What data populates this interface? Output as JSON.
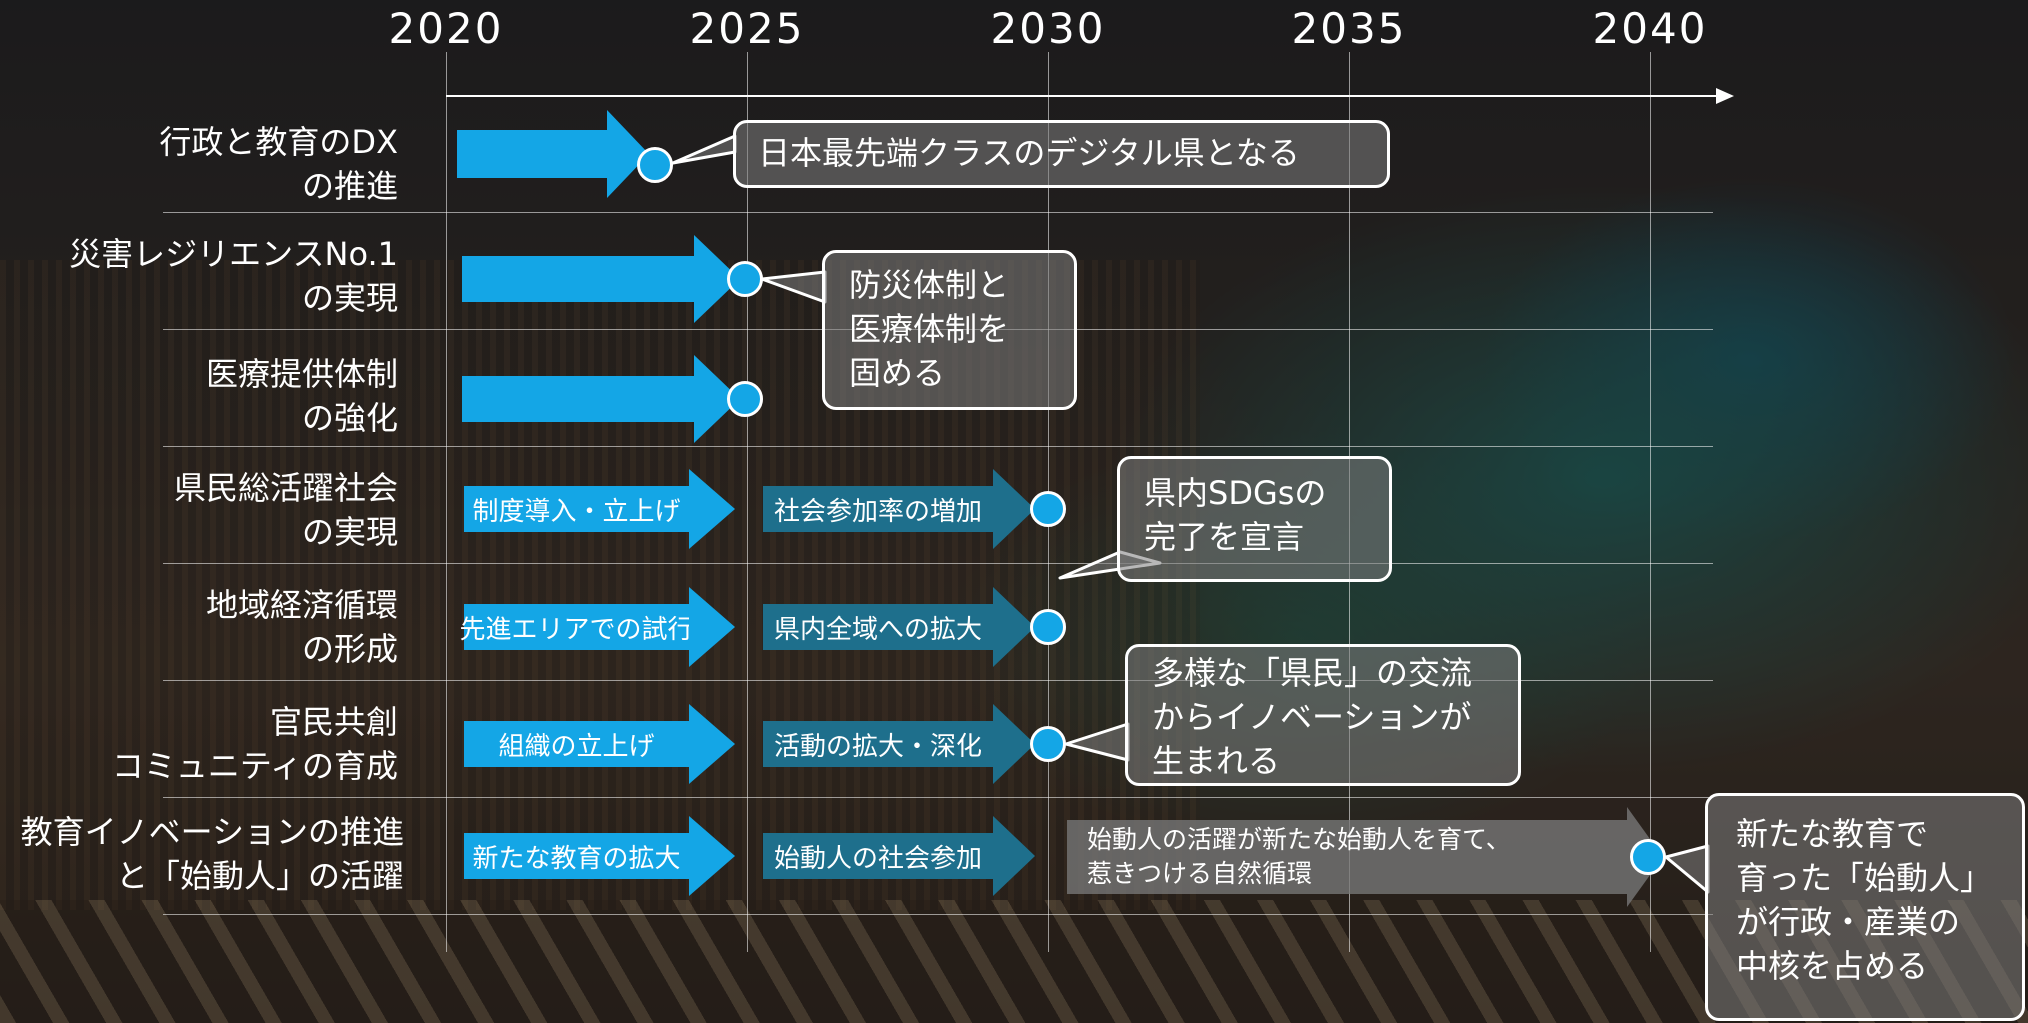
{
  "timeline": {
    "years": [
      "2020",
      "2025",
      "2030",
      "2035",
      "2040"
    ]
  },
  "rows": [
    {
      "label": [
        "行政と教育のDX",
        "の推進"
      ]
    },
    {
      "label": [
        "災害レジリエンスNo.1",
        "の実現"
      ]
    },
    {
      "label": [
        "医療提供体制",
        "の強化"
      ]
    },
    {
      "label": [
        "県民総活躍社会",
        "の実現"
      ],
      "phases": [
        "制度導入・立上げ",
        "社会参加率の増加"
      ]
    },
    {
      "label": [
        "地域経済循環",
        "の形成"
      ],
      "phases": [
        "先進エリアでの試行",
        "県内全域への拡大"
      ]
    },
    {
      "label": [
        "官民共創",
        "コミュニティの育成"
      ],
      "phases": [
        "組織の立上げ",
        "活動の拡大・深化"
      ]
    },
    {
      "label": [
        "教育イノベーションの推進",
        "と「始動人」の活躍"
      ],
      "phases": [
        "新たな教育の拡大",
        "始動人の社会参加",
        "始動人の活躍が新たな始動人を育て、",
        "惹きつける自然循環"
      ]
    }
  ],
  "callouts": {
    "dx": [
      "日本最先端クラスのデジタル県となる"
    ],
    "disaster": [
      "防災体制と",
      "医療体制を",
      "固める"
    ],
    "sdgs": [
      "県内SDGsの",
      "完了を宣言"
    ],
    "community": [
      "多様な「県民」の交流",
      "からイノベーションが",
      "生まれる"
    ],
    "education": [
      "新たな教育で",
      "育った「始動人」",
      "が行政・産業の",
      "中核を占める"
    ]
  },
  "colors": {
    "arrow_primary": "#14a6e6",
    "arrow_secondary": "#1e6f8c",
    "arrow_tertiary": "#7a7a7a",
    "milestone": "#14a6e6"
  }
}
